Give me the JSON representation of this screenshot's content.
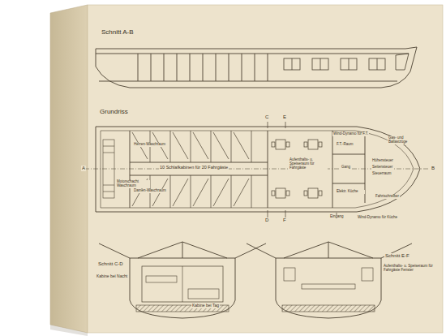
{
  "diagram": {
    "labels": [
      "Schnitt A-B",
      "Grundriss",
      "10 Schlafkabinen für 20 Fahrgäste",
      "Herren-Waschraum",
      "Damen-Waschraum",
      "Motorschacht Waschraum",
      "A",
      "B",
      "C",
      "D",
      "E",
      "F",
      "Aufenthalts- u. Speiseraum für Fahrgäste",
      "F.T.-Raum",
      "Gang",
      "Elektr. Küche",
      "Höhensteuer",
      "Seitensteuer",
      "Steuerraum",
      "Wind-Dynamo für F.T.",
      "Gas- und Ballastzüge",
      "Eingang",
      "Fahrtschreiber",
      "Wind-Dynamo für Küche",
      "Schnitt C-D",
      "Kabine bei Nacht",
      "Kabine bei Tag",
      "Schnitt E-F",
      "Aufenthalts- u. Speiseraum für Fahrgäste Fenster"
    ]
  }
}
